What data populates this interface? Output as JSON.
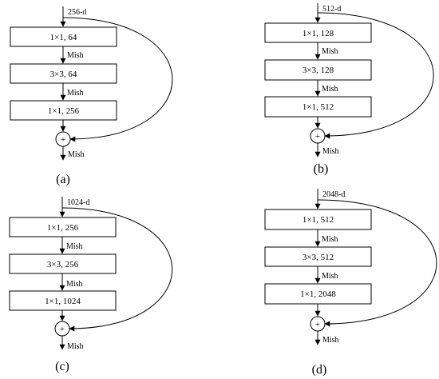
{
  "panels": [
    {
      "id": "a",
      "input_dim": "256-d",
      "layers": [
        "1×1,  64",
        "3×3,  64",
        "1×1,  256"
      ],
      "activations": [
        "Mish",
        "Mish"
      ],
      "sum_symbol": "+",
      "output_activation": "Mish",
      "caption": "(a)"
    },
    {
      "id": "b",
      "input_dim": "512-d",
      "layers": [
        "1×1,  128",
        "3×3,  128",
        "1×1,  512"
      ],
      "activations": [
        "Mish",
        "Mish"
      ],
      "sum_symbol": "+",
      "output_activation": "Mish",
      "caption": "(b)"
    },
    {
      "id": "c",
      "input_dim": "1024-d",
      "layers": [
        "1×1,  256",
        "3×3,  256",
        "1×1,  1024"
      ],
      "activations": [
        "Mish",
        "Mish"
      ],
      "sum_symbol": "+",
      "output_activation": "Mish",
      "caption": "(c)"
    },
    {
      "id": "d",
      "input_dim": "2048-d",
      "layers": [
        "1×1,  512",
        "3×3,  512",
        "1×1,  2048"
      ],
      "activations": [
        "Mish",
        "Mish"
      ],
      "sum_symbol": "+",
      "output_activation": "Mish",
      "caption": "(d)"
    }
  ]
}
